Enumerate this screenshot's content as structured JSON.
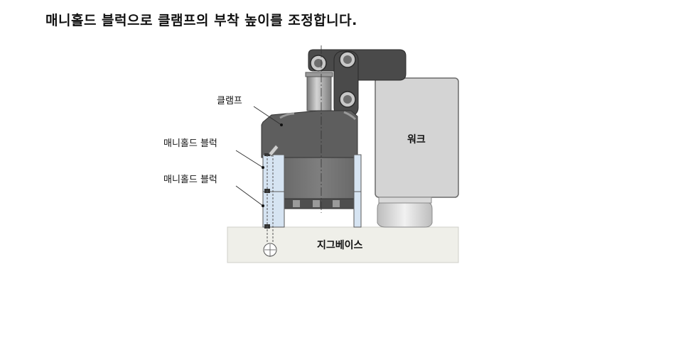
{
  "heading": "매니홀드 블럭으로 클램프의 부착 높이를 조정합니다.",
  "labels": {
    "clamp": "클램프",
    "manifold_top": "매니홀드 블럭",
    "manifold_bottom": "매니홀드 블럭",
    "work": "워크",
    "jig_base": "지그베이스"
  }
}
